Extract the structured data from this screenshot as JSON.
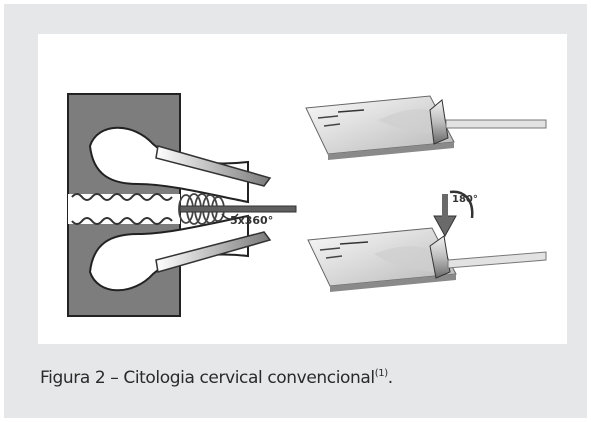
{
  "figure": {
    "rotation_label": "5x360°",
    "turn_label": "180°",
    "caption": {
      "text": "Figura 2 – Citologia cervical convencional",
      "reference": "(1)",
      "end": "."
    }
  }
}
